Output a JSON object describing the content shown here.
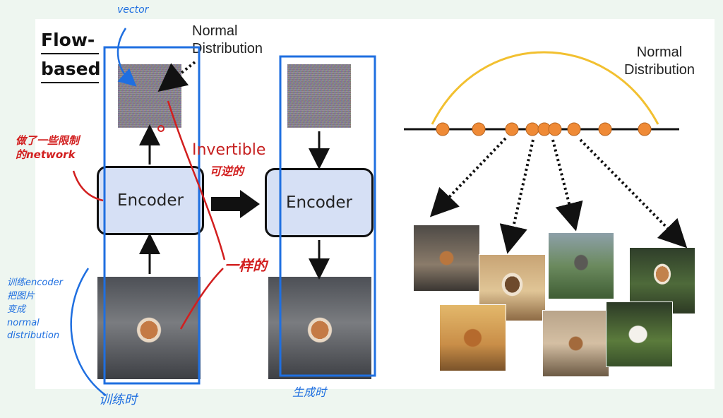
{
  "slide": {
    "title_line1": "Flow-",
    "title_line2": "based",
    "left_label": "Normal\nDistribution",
    "right_label": "Normal\nDistribution",
    "encoder_label": "Encoder",
    "middle_label": "Invertible"
  },
  "annotations": {
    "vector": "vector",
    "restriction": "做了一些限制\n的network",
    "reversible": "可逆的",
    "same": "一样的",
    "train_note": "训练encoder\n把图片\n变成\nnormal\ndistribution",
    "train_time": "训练时",
    "gen_time": "生成时"
  },
  "colors": {
    "curve": "#f2c030",
    "dots": "#ef8a36",
    "annotation_red": "#d21f1f",
    "annotation_blue": "#1f6fe0",
    "encoder_fill": "#d6e0f5"
  },
  "icons": [
    "dog-photo",
    "noise-image",
    "arrow"
  ]
}
